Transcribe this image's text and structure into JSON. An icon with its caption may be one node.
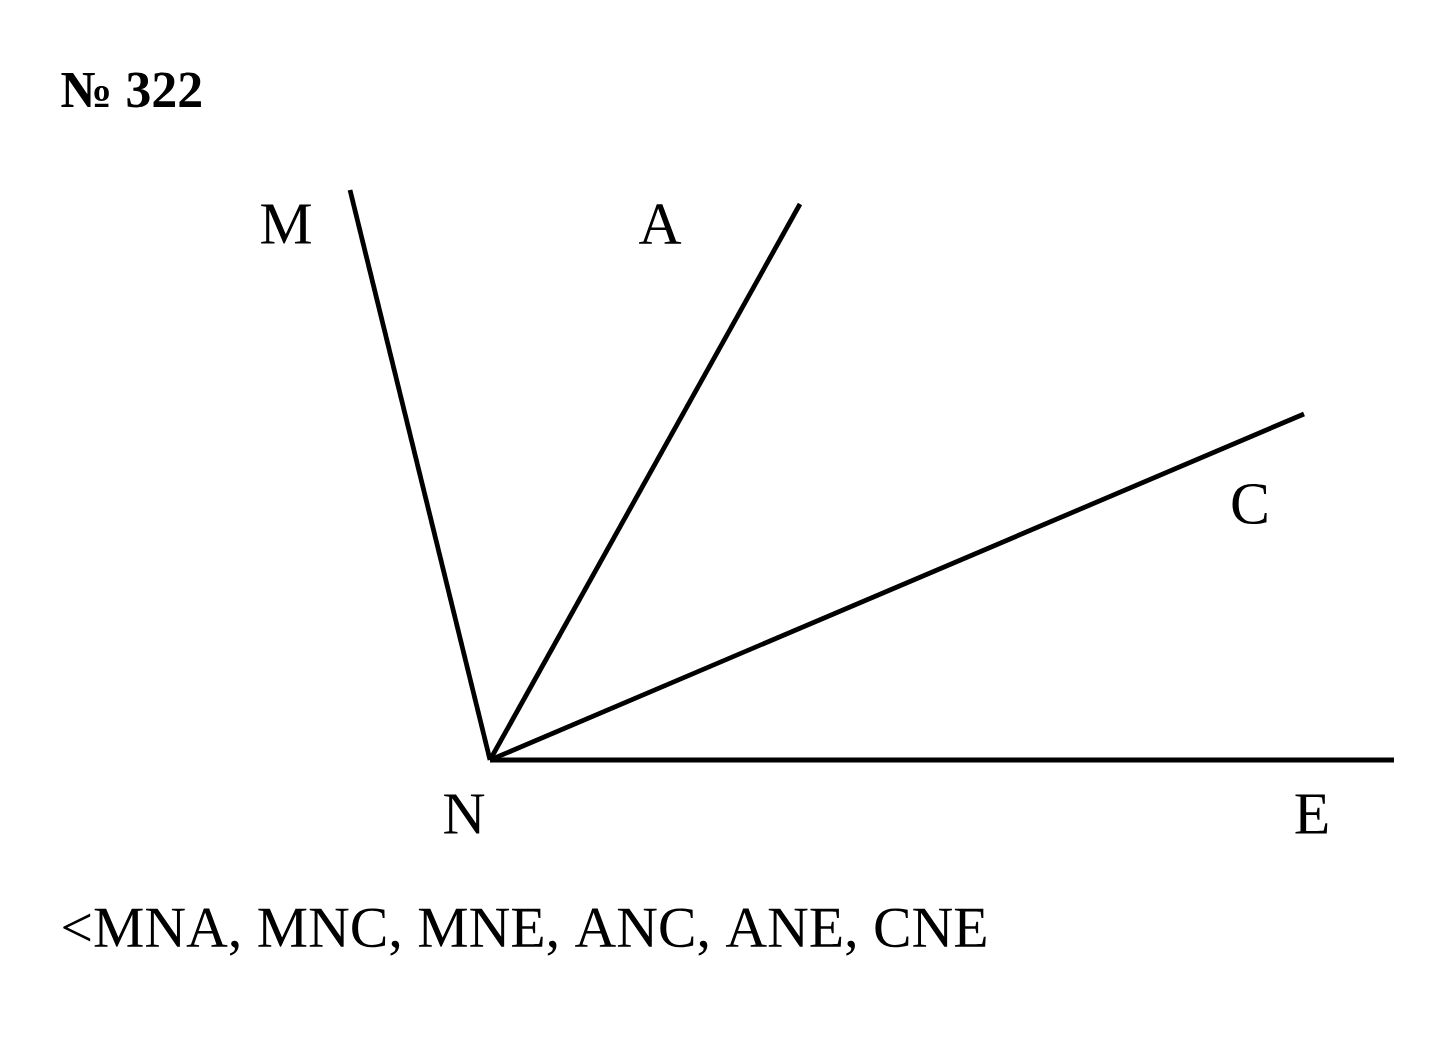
{
  "diagram": {
    "title": "№ 322",
    "nodes": [
      {
        "text": [
          "M"
        ]
      },
      {
        "text": [
          "A"
        ]
      },
      {
        "text": [
          "C"
        ]
      },
      {
        "text": [
          "N"
        ]
      },
      {
        "text": [
          "E"
        ]
      }
    ],
    "edges": [
      {
        "from": 3,
        "to": 0,
        "arrow": "none"
      },
      {
        "from": 3,
        "to": 1,
        "arrow": "none"
      },
      {
        "from": 3,
        "to": 2,
        "arrow": "none"
      },
      {
        "from": 3,
        "to": 4,
        "arrow": "none"
      }
    ],
    "caption": "<MNA, MNC, MNE, ANC, ANE, CNE"
  }
}
